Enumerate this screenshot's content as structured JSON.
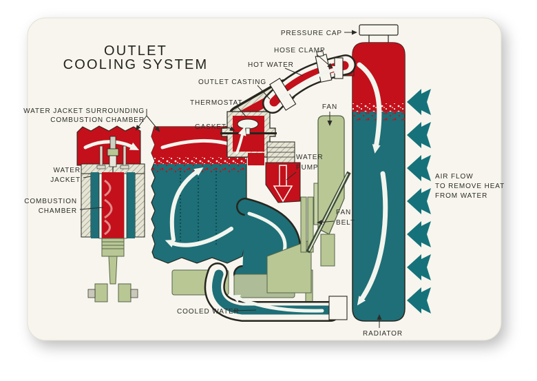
{
  "page": {
    "title_line1": "OUTLET",
    "title_line2": "COOLING SYSTEM"
  },
  "labels": {
    "pressure_cap": "PRESSURE CAP",
    "hose_clamp": "HOSE CLAMP",
    "hot_water": "HOT WATER",
    "outlet_casting": "OUTLET CASTING",
    "thermostat": "THERMOSTAT",
    "gasket": "GASKET",
    "fan": "FAN",
    "water_pump": {
      "line1": "WATER",
      "line2": "PUMP"
    },
    "fan_belt": {
      "line1": "FAN",
      "line2": "BELT"
    },
    "water_jacket_surrounding": {
      "line1": "WATER JACKET SURROUNDING",
      "line2": "COMBUSTION CHAMBER"
    },
    "water_jacket": {
      "line1": "WATER",
      "line2": "JACKET"
    },
    "combustion_chamber": {
      "line1": "COMBUSTION",
      "line2": "CHAMBER"
    },
    "air_flow": {
      "line1": "AIR FLOW",
      "line2": "TO REMOVE HEAT",
      "line3": "FROM WATER"
    },
    "cooled_water": "COOLED WATER",
    "radiator": "RADIATOR"
  },
  "colors": {
    "hot_water_red": "#c4101b",
    "cool_water_teal": "#1e6f77",
    "air_arrow_teal": "#15727a",
    "engine_green": "#b9c795",
    "casting_beige": "#e6e4d4",
    "page_background": "#f7f5ed",
    "label_ink": "#2c2c28"
  }
}
